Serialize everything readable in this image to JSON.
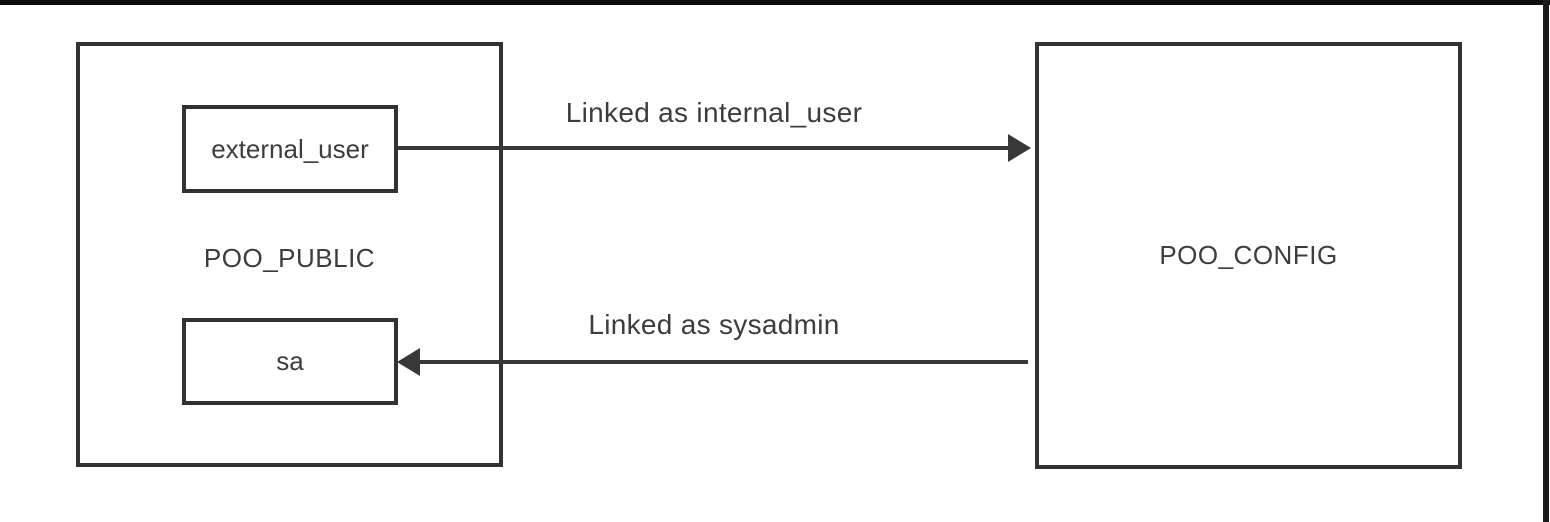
{
  "diagram": {
    "containers": {
      "left": {
        "label": "POO_PUBLIC"
      },
      "right": {
        "label": "POO_CONFIG"
      }
    },
    "nodes": {
      "external_user": {
        "label": "external_user"
      },
      "sa": {
        "label": "sa"
      }
    },
    "links": [
      {
        "label": "Linked as internal_user",
        "from": "external_user",
        "to": "POO_CONFIG",
        "direction": "right"
      },
      {
        "label": "Linked as sysadmin",
        "from": "POO_CONFIG",
        "to": "sa",
        "direction": "left"
      }
    ],
    "colors": {
      "background": "#ffffff",
      "border": "#323232",
      "arrow": "#383838",
      "text": "#3d3d3d",
      "frame_bar": "#0d0d0d"
    }
  }
}
